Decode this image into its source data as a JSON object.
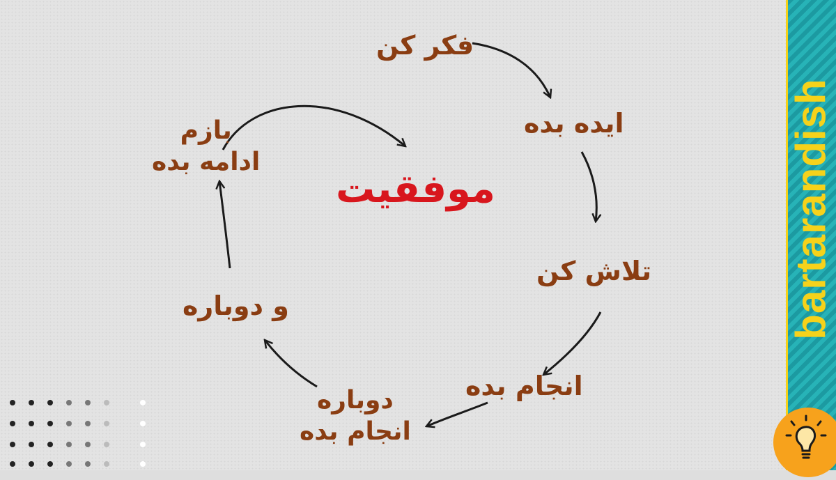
{
  "diagram": {
    "center": "موفقیت",
    "steps": {
      "think": "فکر کن",
      "idea": "ایده بده",
      "try": "تلاش کن",
      "do": "انجام بده",
      "redo_line1": "دوباره",
      "redo_line2": "انجام بده",
      "again": "و دوباره",
      "continue_line1": "بازم",
      "continue_line2": "ادامه بده"
    }
  },
  "brand": {
    "name": "bartarandish"
  },
  "icons": {
    "logo": "lightbulb-icon"
  },
  "colors": {
    "step_text": "#8a3d12",
    "center_text": "#d8161d",
    "brand_text": "#f6d21b",
    "brand_bg": "#1c9aa1",
    "logo_bg": "#f7a21c"
  }
}
